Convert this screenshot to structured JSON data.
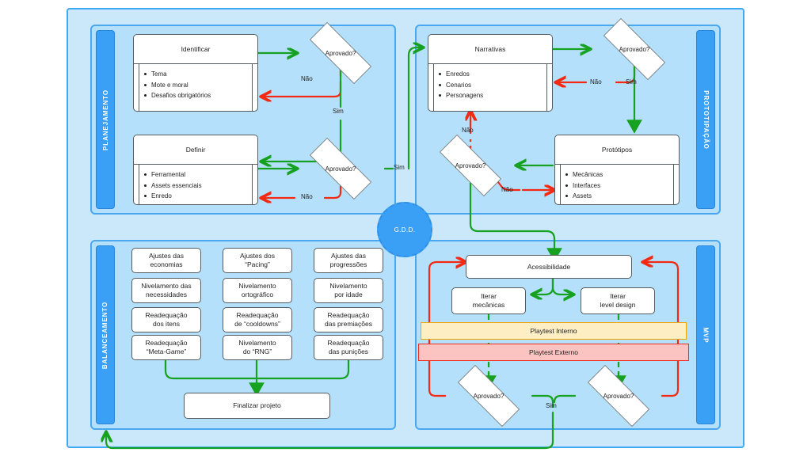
{
  "diagram": {
    "title": "Game Development Process Flowchart",
    "colors": {
      "outer_background": "#cbe8fb",
      "panel_background": "#b5e0fb",
      "panel_border": "#4aa8f0",
      "label_bar": "#3aa0f5",
      "green_arrow": "#17a121",
      "red_arrow": "#f32a13",
      "playtest_interno_fill": "#fdeec3",
      "playtest_interno_border": "#f0a500",
      "playtest_externo_fill": "#fbc4c0",
      "playtest_externo_border": "#ee2b1e",
      "node_border": "#555b5e",
      "node_fill": "#ffffff"
    },
    "center_node": {
      "label": "G.D.D."
    },
    "sections": {
      "planejamento": {
        "label": "PLANEJAMENTO",
        "nodes": {
          "identificar": {
            "title": "Identificar",
            "items": [
              "Tema",
              "Mote e moral",
              "Desafios obrigatórios"
            ]
          },
          "definir": {
            "title": "Definir",
            "items": [
              "Ferramental",
              "Assets essenciais",
              "Enredo"
            ]
          },
          "decision_1": {
            "label": "Aprovado?"
          },
          "decision_2": {
            "label": "Aprovado?"
          }
        },
        "edge_labels": {
          "nao_1": "Não",
          "sim_1": "Sim",
          "nao_2": "Não",
          "sim_2": "Sim"
        }
      },
      "prototipacao": {
        "label": "PROTOTIPAÇÃO",
        "nodes": {
          "narrativas": {
            "title": "Narrativas",
            "items": [
              "Enredos",
              "Cenarios",
              "Personagens"
            ]
          },
          "prototipos": {
            "title": "Protótipos",
            "items": [
              "Mecânicas",
              "Interfaces",
              "Assets"
            ]
          },
          "decision_1": {
            "label": "Aprovado?"
          },
          "decision_2": {
            "label": "Aprovado?"
          }
        },
        "edge_labels": {
          "nao_1": "Não",
          "sim_1": "Sim",
          "nao_2": "Não",
          "nao_3": "Não"
        }
      },
      "balanceamento": {
        "label": "BALANCEAMENTO",
        "columns": [
          {
            "items": [
              "Ajustes das\neconomias",
              "Nivelamento das\nnecessidades",
              "Readequação\ndos itens",
              "Readequação\n“Meta-Game”"
            ]
          },
          {
            "items": [
              "Ajustes dos\n“Pacing”",
              "Nivelamento\nortográfico",
              "Readequação\nde “cooldowns”",
              "Nivelamento\ndo “RNG”"
            ]
          },
          {
            "items": [
              "Ajustes das\nprogressões",
              "Nivelamento\npor idade",
              "Readequação\ndas premiações",
              "Readequação\ndas punições"
            ]
          }
        ],
        "finalize": {
          "label": "Finalizar projeto"
        }
      },
      "mvp": {
        "label": "MVP",
        "nodes": {
          "acessibilidade": {
            "label": "Acessibilidade"
          },
          "iterar_mecanicas": {
            "label": "Iterar\nmecânicas"
          },
          "iterar_level_design": {
            "label": "Iterar\nlevel design"
          },
          "playtest_interno": {
            "label": "Playtest Interno"
          },
          "playtest_externo": {
            "label": "Playtest Externo"
          },
          "decision_left": {
            "label": "Aprovado?"
          },
          "decision_right": {
            "label": "Aprovado?"
          }
        },
        "edge_labels": {
          "sim": "Sim"
        }
      }
    }
  }
}
